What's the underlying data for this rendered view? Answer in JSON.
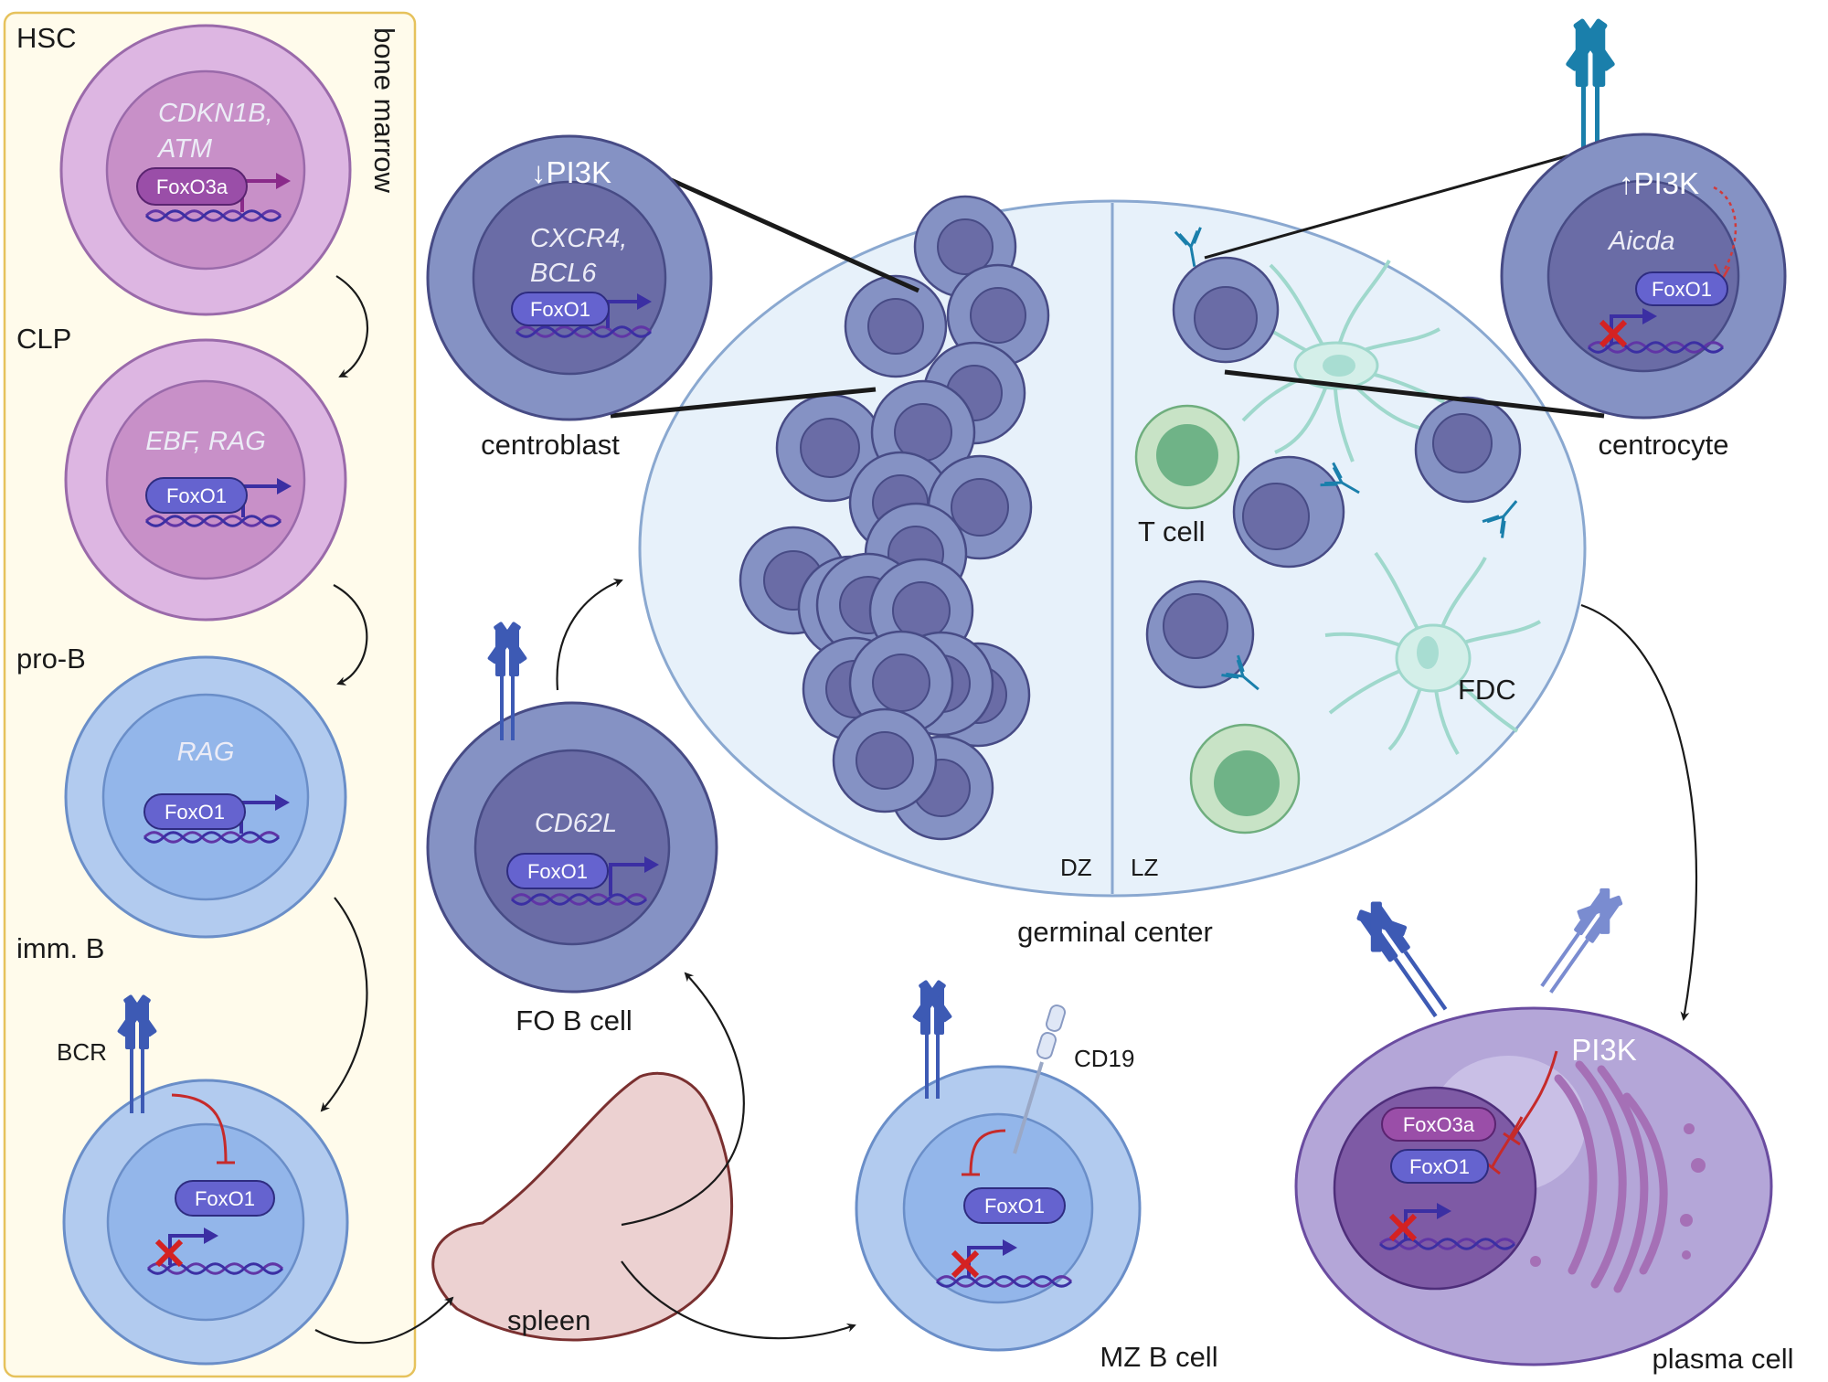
{
  "labels": {
    "bone_marrow": "bone marrow",
    "hsc": "HSC",
    "clp": "CLP",
    "pro_b": "pro-B",
    "imm_b": "imm. B",
    "bcr": "BCR",
    "centroblast": "centroblast",
    "centrocyte": "centrocyte",
    "t_cell": "T cell",
    "fdc": "FDC",
    "dz": "DZ",
    "lz": "LZ",
    "germinal_center": "germinal center",
    "fo_b_cell": "FO B cell",
    "spleen": "spleen",
    "cd19": "CD19",
    "mz_b_cell": "MZ B cell",
    "plasma_cell": "plasma cell"
  },
  "genes": {
    "hsc_line1": "CDKN1B,",
    "hsc_line2": "ATM",
    "clp": "EBF, RAG",
    "pro_b": "RAG",
    "centroblast_line1": "CXCR4,",
    "centroblast_line2": "BCL6",
    "centrocyte": "Aicda",
    "fo_b": "CD62L"
  },
  "factors": {
    "foxo3a": "FoxO3a",
    "foxo1": "FoxO1",
    "pi3k_down": "↓PI3K",
    "pi3k_up": "↑PI3K",
    "pi3k": "PI3K"
  },
  "colors": {
    "panel_bg": "#fffbeb",
    "panel_border": "#e6c25c",
    "hsc_outer": "#ddb6e2",
    "hsc_inner": "#c890c8",
    "pale_blue_outer": "#b2cbef",
    "pale_blue_inner": "#93b6ea",
    "dark_blue_outer": "#8592c4",
    "dark_blue_inner": "#6a6ca6",
    "foxo1_box": "#6563cf",
    "foxo3a_box": "#9a4ea8",
    "antibody": "#3d5ab4",
    "antibody_teal": "#1a7fab",
    "gc_fill": "#e7f1fa",
    "t_cell_outer": "#c8e3c6",
    "t_cell_inner": "#6fb387",
    "fdc": "#9fd8cc",
    "spleen": "#ecd1d1",
    "plasma_outer": "#b4a6d8",
    "plasma_inner": "#7e5aa5",
    "inhibit": "#c62a2a"
  },
  "icons": [
    "arrow-icon",
    "antibody-icon",
    "dna-icon",
    "inhibition-icon",
    "block-x-icon",
    "promoter-arrow-icon"
  ]
}
